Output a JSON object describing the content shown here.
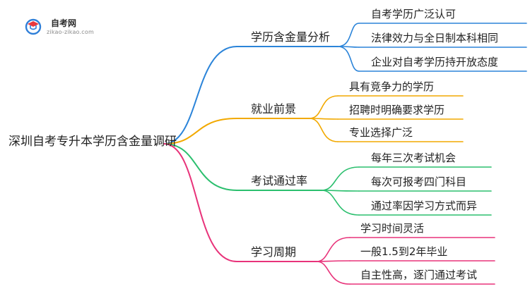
{
  "logo": {
    "title": "自考网",
    "subtitle": "zikao-zikao.com",
    "colors": {
      "blue": "#2f7fd8",
      "red": "#e8383d"
    }
  },
  "mindmap": {
    "root": "深圳自考专升本学历含金量调研",
    "branches": [
      {
        "label": "学历含金量分析",
        "color": "#2b84d9",
        "children": [
          "自考学历广泛认可",
          "法律效力与全日制本科相同",
          "企业对自考学历持开放态度"
        ]
      },
      {
        "label": "就业前景",
        "color": "#f2a900",
        "children": [
          "具有竞争力的学历",
          "招聘时明确要求学历",
          "专业选择广泛"
        ]
      },
      {
        "label": "考试通过率",
        "color": "#2bbf6e",
        "children": [
          "每年三次考试机会",
          "每次可报考四门科目",
          "通过率因学习方式而异"
        ]
      },
      {
        "label": "学习周期",
        "color": "#e8337a",
        "children": [
          "学习时间灵活",
          "一般1.5到2年毕业",
          "自主性高，逐门通过考试"
        ]
      }
    ]
  }
}
